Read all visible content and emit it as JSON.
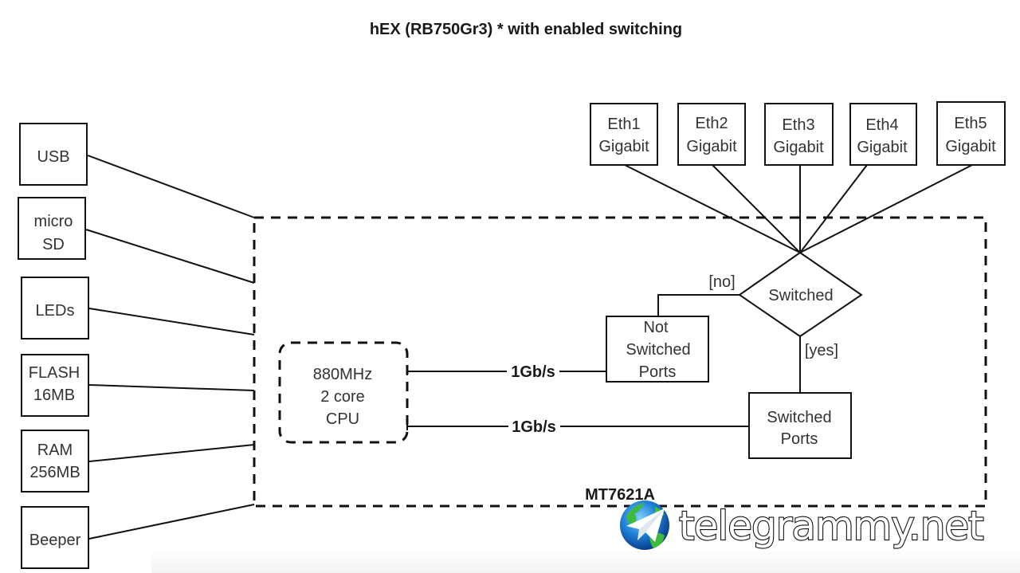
{
  "title": "hEX (RB750Gr3) * with enabled switching",
  "peripherals": [
    {
      "id": "usb",
      "lines": [
        "USB"
      ]
    },
    {
      "id": "microsd",
      "lines": [
        "micro",
        "SD"
      ]
    },
    {
      "id": "leds",
      "lines": [
        "LEDs"
      ]
    },
    {
      "id": "flash",
      "lines": [
        "FLASH",
        "16MB"
      ]
    },
    {
      "id": "ram",
      "lines": [
        "RAM",
        "256MB"
      ]
    },
    {
      "id": "beeper",
      "lines": [
        "Beeper"
      ]
    }
  ],
  "soc": {
    "label": "MT7621A"
  },
  "cpu": {
    "lines": [
      "880MHz",
      "2 core",
      "CPU"
    ]
  },
  "links": [
    {
      "label": "1Gb/s"
    },
    {
      "label": "1Gb/s"
    }
  ],
  "ports": [
    {
      "lines": [
        "Eth1",
        "Gigabit"
      ]
    },
    {
      "lines": [
        "Eth2",
        "Gigabit"
      ]
    },
    {
      "lines": [
        "Eth3",
        "Gigabit"
      ]
    },
    {
      "lines": [
        "Eth4",
        "Gigabit"
      ]
    },
    {
      "lines": [
        "Eth5",
        "Gigabit"
      ]
    }
  ],
  "decision": {
    "label": "Switched",
    "no_label": "[no]",
    "yes_label": "[yes]"
  },
  "not_switched": {
    "lines": [
      "Not",
      "Switched",
      "Ports"
    ]
  },
  "switched": {
    "lines": [
      "Switched",
      "Ports"
    ]
  },
  "watermark": {
    "text": "telegrammy.net"
  }
}
